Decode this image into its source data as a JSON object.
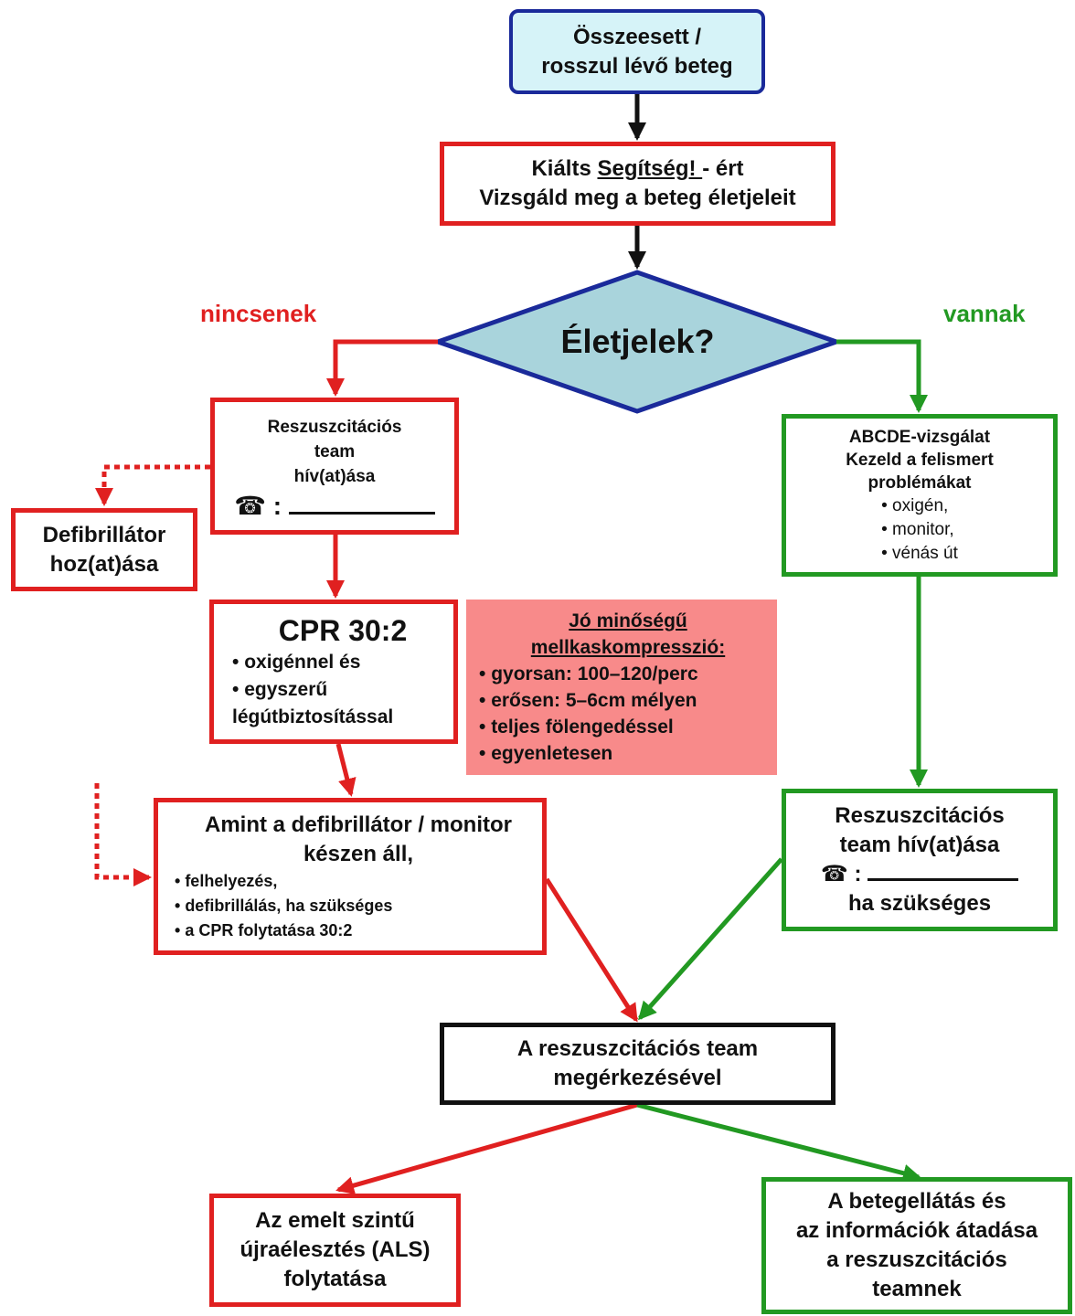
{
  "colors": {
    "red": "#e02020",
    "green": "#229922",
    "start_fill": "#d6f3f8",
    "start_border": "#1a2a9a",
    "diamond_fill": "#a9d4dc",
    "diamond_border": "#1a2a9a",
    "info_fill": "#f88a8a"
  },
  "start": {
    "line1": "Összeesett /",
    "line2": "rosszul lévő beteg"
  },
  "shout": {
    "pre": "Kiálts ",
    "help": "Segítség! ",
    "post": "- ért",
    "line2": "Vizsgáld meg a beteg életjeleit"
  },
  "decision": {
    "label": "Életjelek?",
    "no_label": "nincsenek",
    "yes_label": "vannak"
  },
  "call_team_left": {
    "line1": "Reszuszcitációs",
    "line2": "team",
    "line3": "hív(at)ása",
    "phone_suffix": ":"
  },
  "defib_fetch": {
    "line1": "Defibrillátor",
    "line2": "hoz(at)ása"
  },
  "cpr": {
    "title": "CPR 30:2",
    "items": [
      "oxigénnel és",
      "egyszerű"
    ],
    "tail": "légútbiztosítással"
  },
  "quality": {
    "title1": "Jó minőségű",
    "title2": "mellkaskompresszió:",
    "items": [
      "gyorsan: 100–120/perc",
      "erősen: 5–6cm mélyen",
      "teljes fölengedéssel",
      "egyenletesen"
    ]
  },
  "defib_ready": {
    "line1": "Amint a defibrillátor / monitor",
    "line2": "készen áll,",
    "items": [
      "felhelyezés,",
      "defibrillálás, ha szükséges",
      "a CPR folytatása 30:2"
    ]
  },
  "abcde": {
    "line1": "ABCDE-vizsgálat",
    "line2": "Kezeld a felismert",
    "line3": "problémákat",
    "items": [
      "oxigén,",
      "monitor,",
      "vénás út"
    ]
  },
  "call_team_right": {
    "line1": "Reszuszcitációs",
    "line2": "team hív(at)ása",
    "phone_suffix": ":",
    "line4": "ha szükséges"
  },
  "arrival": {
    "line1": "A reszuszcitációs team",
    "line2": "megérkezésével"
  },
  "als": {
    "line1": "Az emelt szintű",
    "line2": "újraélesztés (ALS)",
    "line3": "folytatása"
  },
  "handover": {
    "line1": "A betegellátás és",
    "line2": "az információk átadása",
    "line3": "a reszuszcitációs",
    "line4": "teamnek"
  },
  "icons": {
    "phone": "telephone-icon"
  }
}
